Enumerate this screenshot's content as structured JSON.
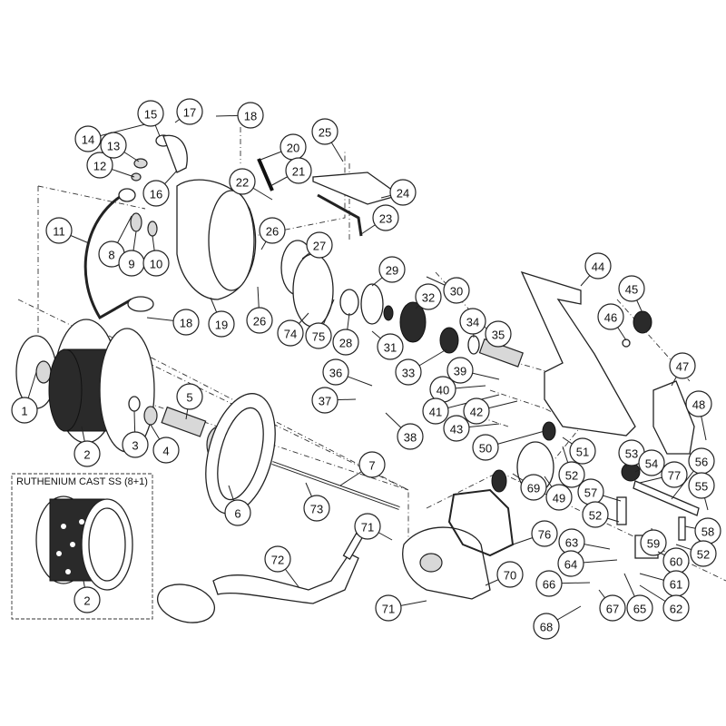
{
  "inset": {
    "title": "RUTHENIUM CAST SS (8+1)",
    "part_number": "2"
  },
  "callouts": [
    "1",
    "2",
    "3",
    "4",
    "5",
    "6",
    "7",
    "8",
    "9",
    "10",
    "11",
    "12",
    "13",
    "14",
    "15",
    "16",
    "17",
    "18",
    "18",
    "19",
    "20",
    "21",
    "22",
    "23",
    "24",
    "25",
    "26",
    "26",
    "27",
    "28",
    "29",
    "30",
    "31",
    "32",
    "33",
    "34",
    "35",
    "36",
    "37",
    "38",
    "39",
    "40",
    "41",
    "42",
    "43",
    "44",
    "45",
    "46",
    "47",
    "48",
    "49",
    "50",
    "51",
    "52",
    "53",
    "54",
    "77",
    "56",
    "55",
    "57",
    "52",
    "58",
    "52",
    "59",
    "60",
    "61",
    "62",
    "63",
    "64",
    "65",
    "66",
    "67",
    "68",
    "69",
    "70",
    "71",
    "71",
    "72",
    "73",
    "74",
    "75",
    "76"
  ]
}
